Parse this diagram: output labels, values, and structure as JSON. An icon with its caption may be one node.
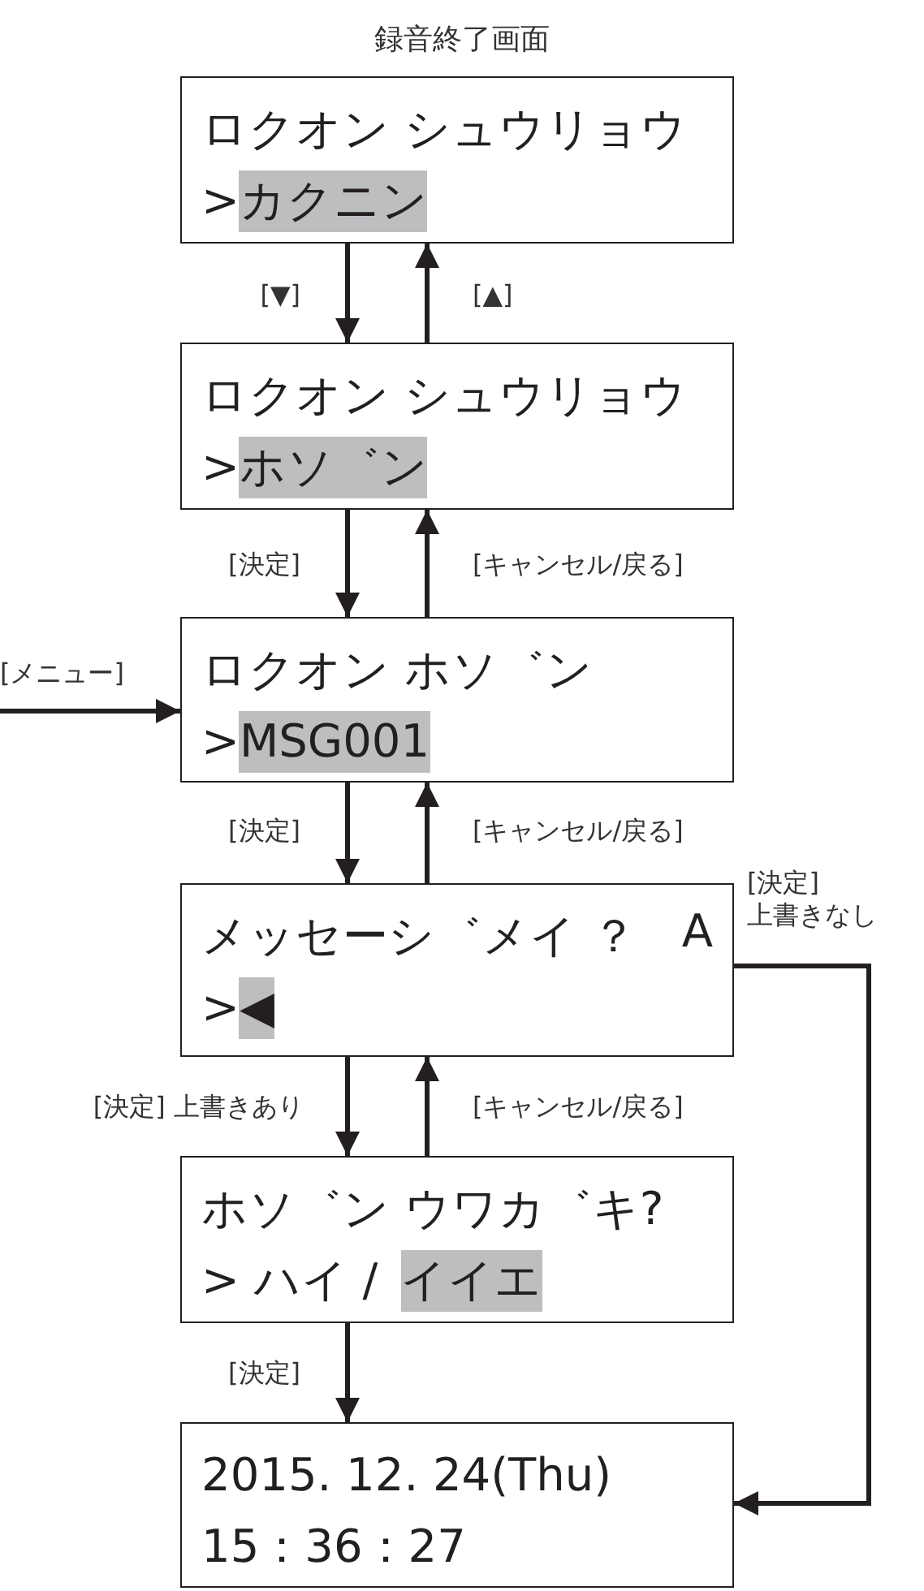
{
  "diagram": {
    "title": "録音終了画面",
    "nodes": [
      {
        "text": [
          "ロクオン シュウリョウ",
          ">",
          "カクニン"
        ]
      },
      {
        "text": [
          "ロクオン シュウリョウ",
          ">",
          "ホソ゛ン"
        ]
      },
      {
        "text": [
          "ロクオン ホソ゛ン",
          ">",
          "MSG001"
        ]
      },
      {
        "text": [
          "メッセーシ゛メイ ？",
          "A",
          ">",
          "◀"
        ]
      },
      {
        "text": [
          "ホソ゛ン ウワカ゛キ?",
          "> ハイ /",
          "イイエ"
        ]
      },
      {
        "text": [
          "2015. 12. 24(Thu)",
          "15：36：27"
        ]
      }
    ],
    "edges": [
      {
        "from": 0,
        "to": 1,
        "arrow": "to",
        "label": "[▼]"
      },
      {
        "from": 1,
        "to": 0,
        "arrow": "to",
        "label": "[▲]"
      },
      {
        "from": 1,
        "to": 2,
        "arrow": "to",
        "label": "[決定]"
      },
      {
        "from": 2,
        "to": 1,
        "arrow": "to",
        "label": "[キャンセル/戻る]"
      },
      {
        "from": null,
        "to": 2,
        "arrow": "to",
        "label": "[メニュー]"
      },
      {
        "from": 2,
        "to": 3,
        "arrow": "to",
        "label": "[決定]"
      },
      {
        "from": 3,
        "to": 2,
        "arrow": "to",
        "label": "[キャンセル/戻る]"
      },
      {
        "from": 3,
        "to": 4,
        "arrow": "to",
        "label": "[決定] 上書きあり"
      },
      {
        "from": 4,
        "to": 3,
        "arrow": "to",
        "label": "[キャンセル/戻る]"
      },
      {
        "from": 4,
        "to": 5,
        "arrow": "to",
        "label": "[決定]"
      },
      {
        "from": 3,
        "to": 5,
        "arrow": "to",
        "label": "[決定] 上書きなし"
      }
    ]
  }
}
